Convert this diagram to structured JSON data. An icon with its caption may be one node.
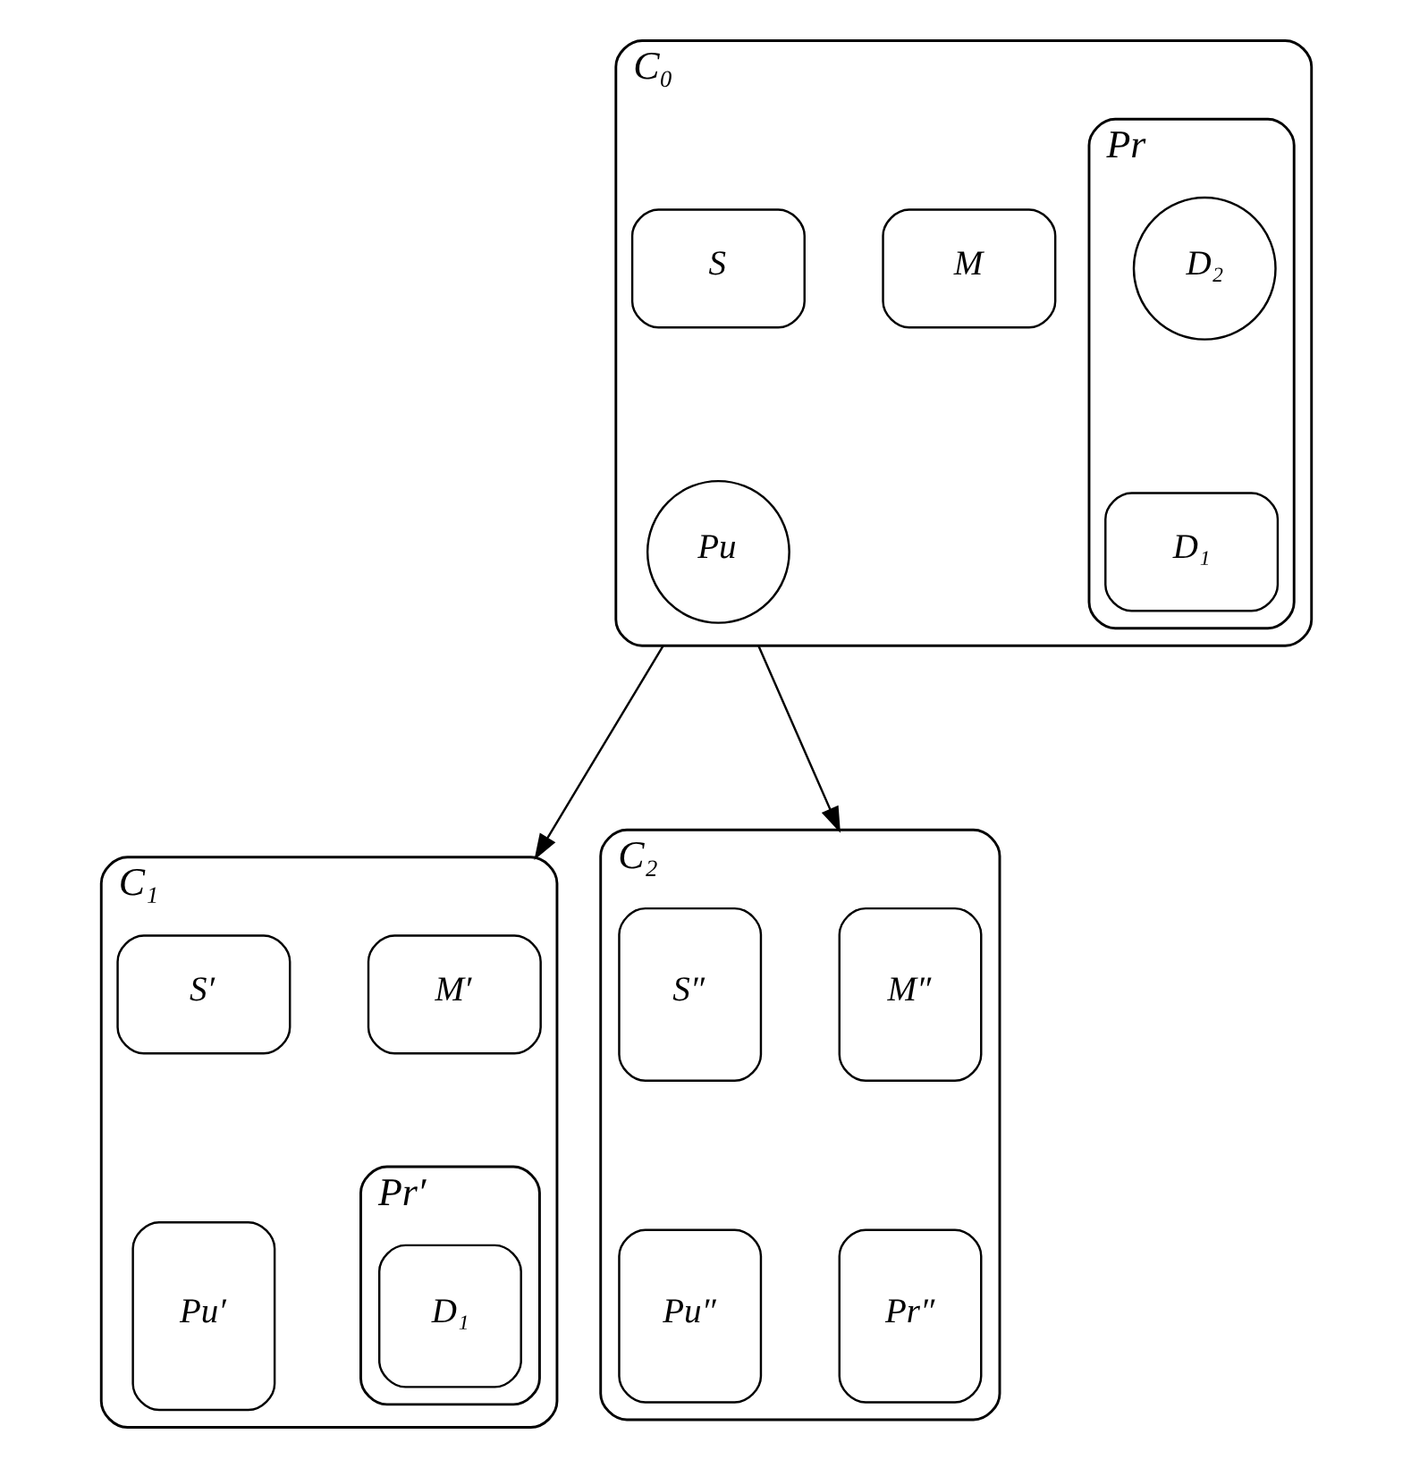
{
  "diagram": {
    "nodes": [
      {
        "text": [
          "C₀"
        ]
      },
      {
        "text": [
          "M"
        ],
        "in": 0
      },
      {
        "text": [
          "S"
        ],
        "in": 0
      },
      {
        "text": [
          "Pr"
        ],
        "in": 0
      },
      {
        "text": [
          "D₁"
        ],
        "in": 3
      },
      {
        "text": [
          "D₂"
        ],
        "in": 3
      },
      {
        "text": [
          "Pu"
        ],
        "in": 0
      },
      {
        "text": [
          "C₁"
        ]
      },
      {
        "text": [
          "M′"
        ],
        "in": 7
      },
      {
        "text": [
          "S′"
        ],
        "in": 7
      },
      {
        "text": [
          "Pr′"
        ],
        "in": 7
      },
      {
        "text": [
          "D₁"
        ],
        "in": 10
      },
      {
        "text": [
          "Pu′"
        ],
        "in": 7
      },
      {
        "text": [
          "C₂"
        ]
      },
      {
        "text": [
          "M″"
        ],
        "in": 13
      },
      {
        "text": [
          "S″"
        ],
        "in": 13
      },
      {
        "text": [
          "Pr″"
        ],
        "in": 13
      },
      {
        "text": [
          "Pu″"
        ],
        "in": 13
      }
    ],
    "edges": [
      {
        "from": 0,
        "to": 7,
        "arrow": "to"
      },
      {
        "from": 0,
        "to": 13,
        "arrow": "to"
      }
    ]
  }
}
